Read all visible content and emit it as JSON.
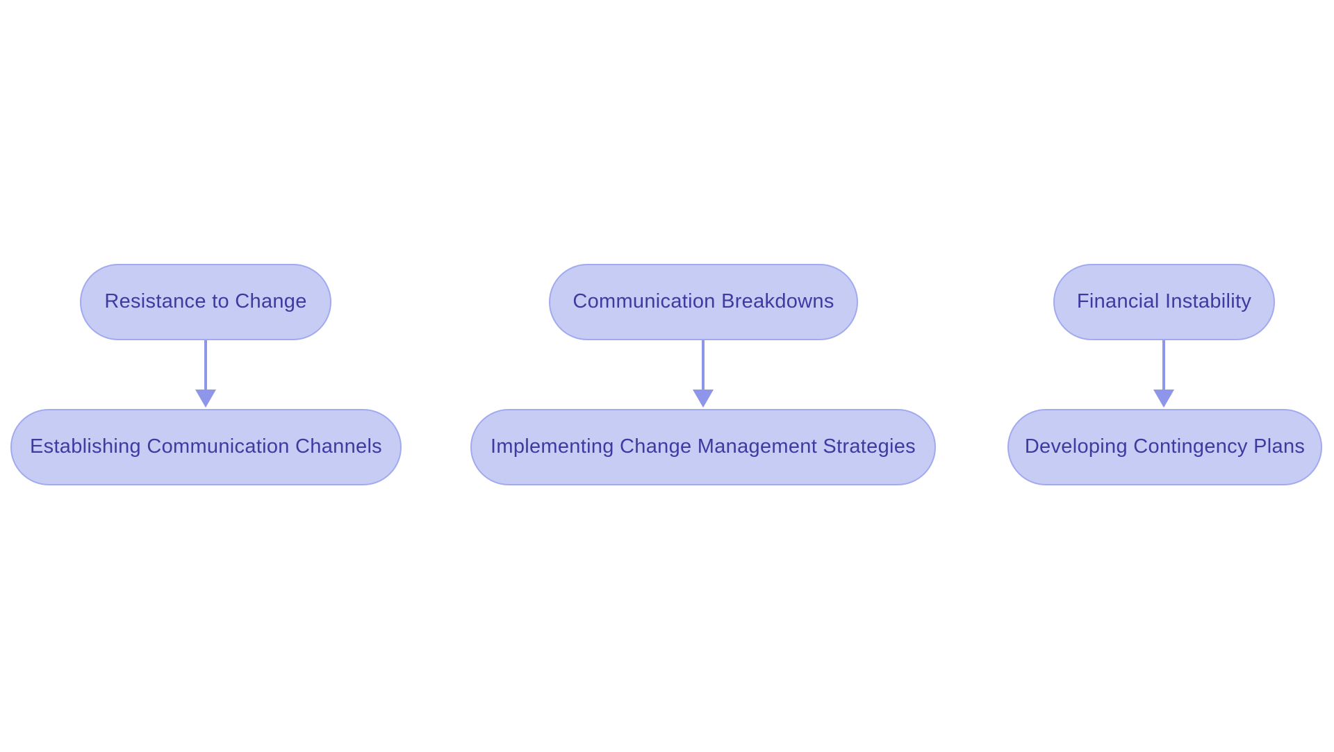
{
  "diagram": {
    "type": "flowchart",
    "colors": {
      "background": "#ffffff",
      "node_fill": "#c7ccf4",
      "node_border": "#a2aaef",
      "node_text": "#3d3aa0",
      "arrow_color": "#8e96e9"
    },
    "flows": [
      {
        "from": "Resistance to Change",
        "to": "Establishing Communication Channels"
      },
      {
        "from": "Communication Breakdowns",
        "to": "Implementing Change Management Strategies"
      },
      {
        "from": "Financial Instability",
        "to": "Developing Contingency Plans"
      }
    ]
  }
}
